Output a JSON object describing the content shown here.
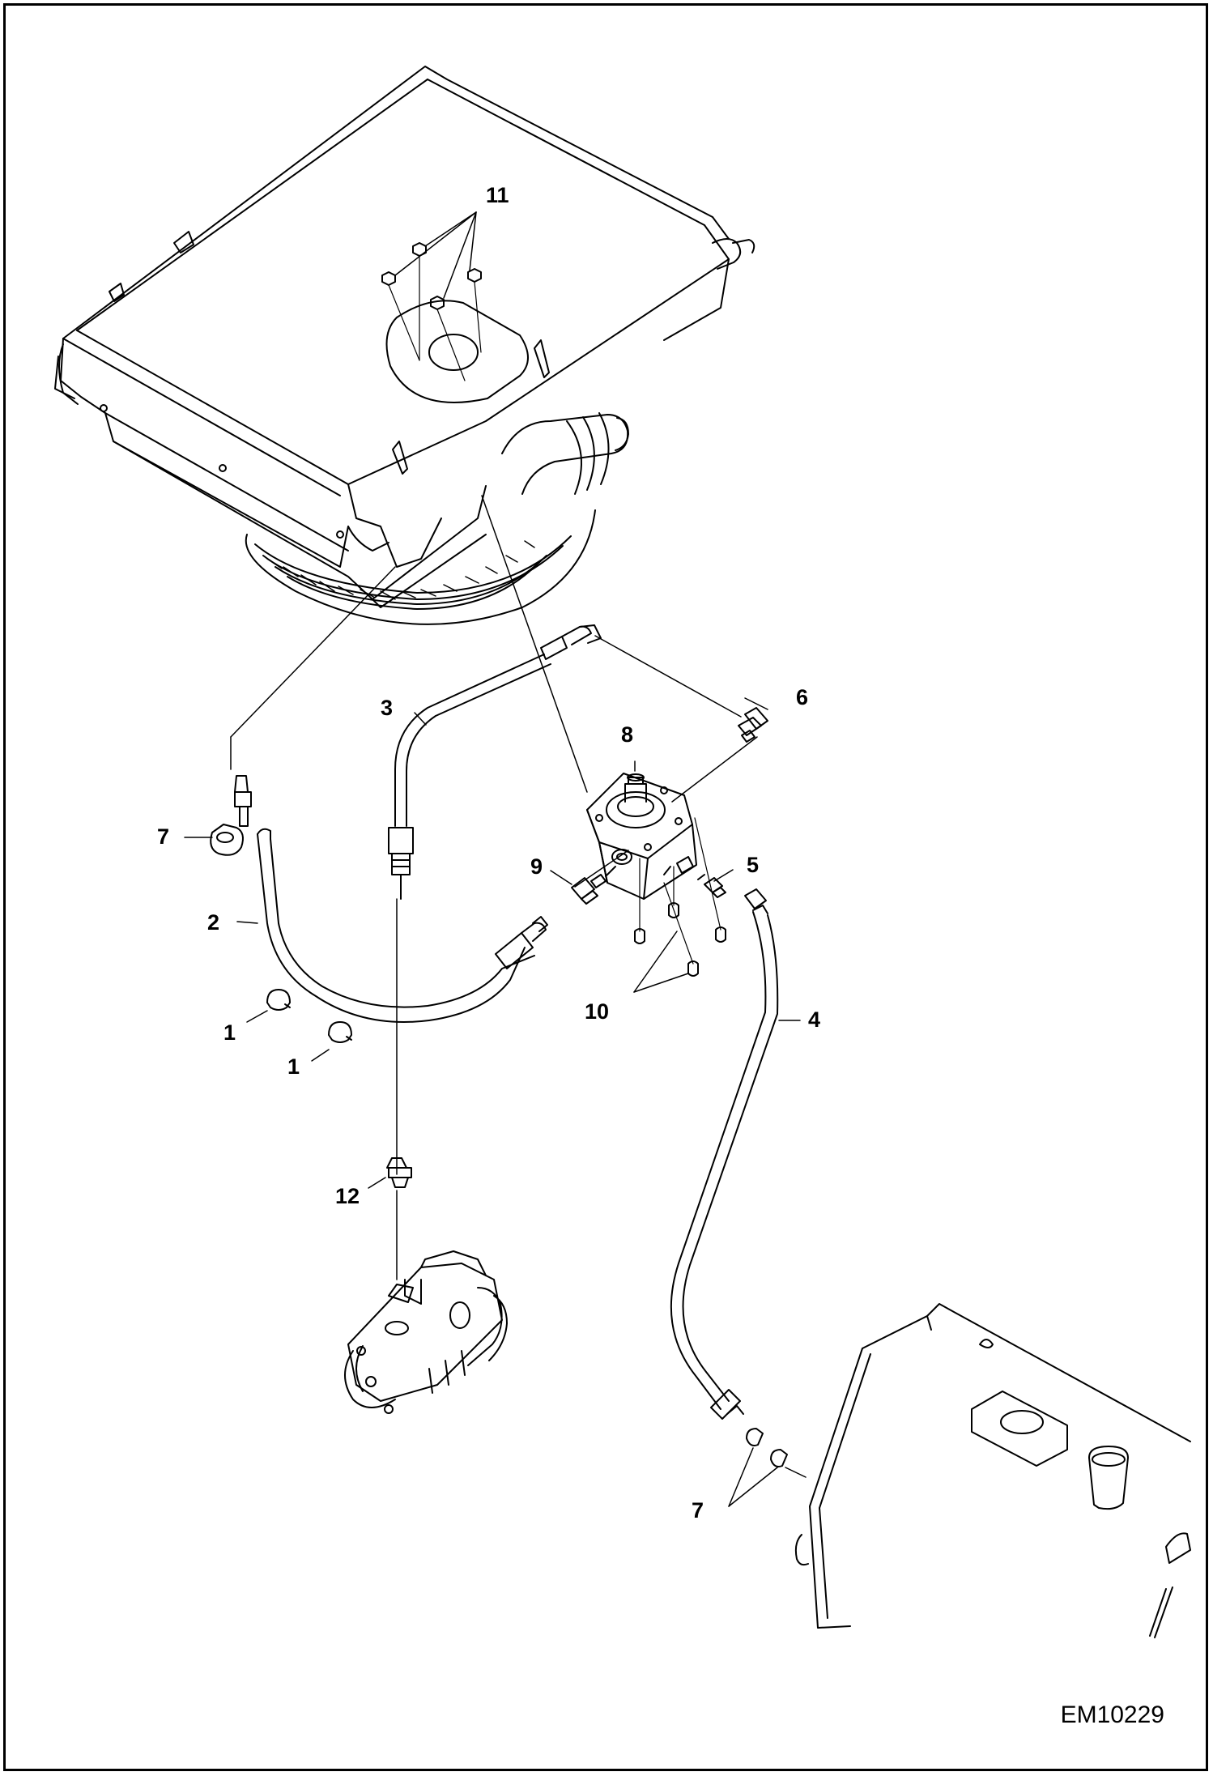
{
  "diagram": {
    "drawing_code": "EM10229",
    "callouts": [
      {
        "id": "c11",
        "text": "11"
      },
      {
        "id": "c3",
        "text": "3"
      },
      {
        "id": "c6",
        "text": "6"
      },
      {
        "id": "c8",
        "text": "8"
      },
      {
        "id": "c7a",
        "text": "7"
      },
      {
        "id": "c9",
        "text": "9"
      },
      {
        "id": "c5",
        "text": "5"
      },
      {
        "id": "c2",
        "text": "2"
      },
      {
        "id": "c10",
        "text": "10"
      },
      {
        "id": "c4",
        "text": "4"
      },
      {
        "id": "c1a",
        "text": "1"
      },
      {
        "id": "c1b",
        "text": "1"
      },
      {
        "id": "c12",
        "text": "12"
      },
      {
        "id": "c7b",
        "text": "7"
      }
    ]
  }
}
